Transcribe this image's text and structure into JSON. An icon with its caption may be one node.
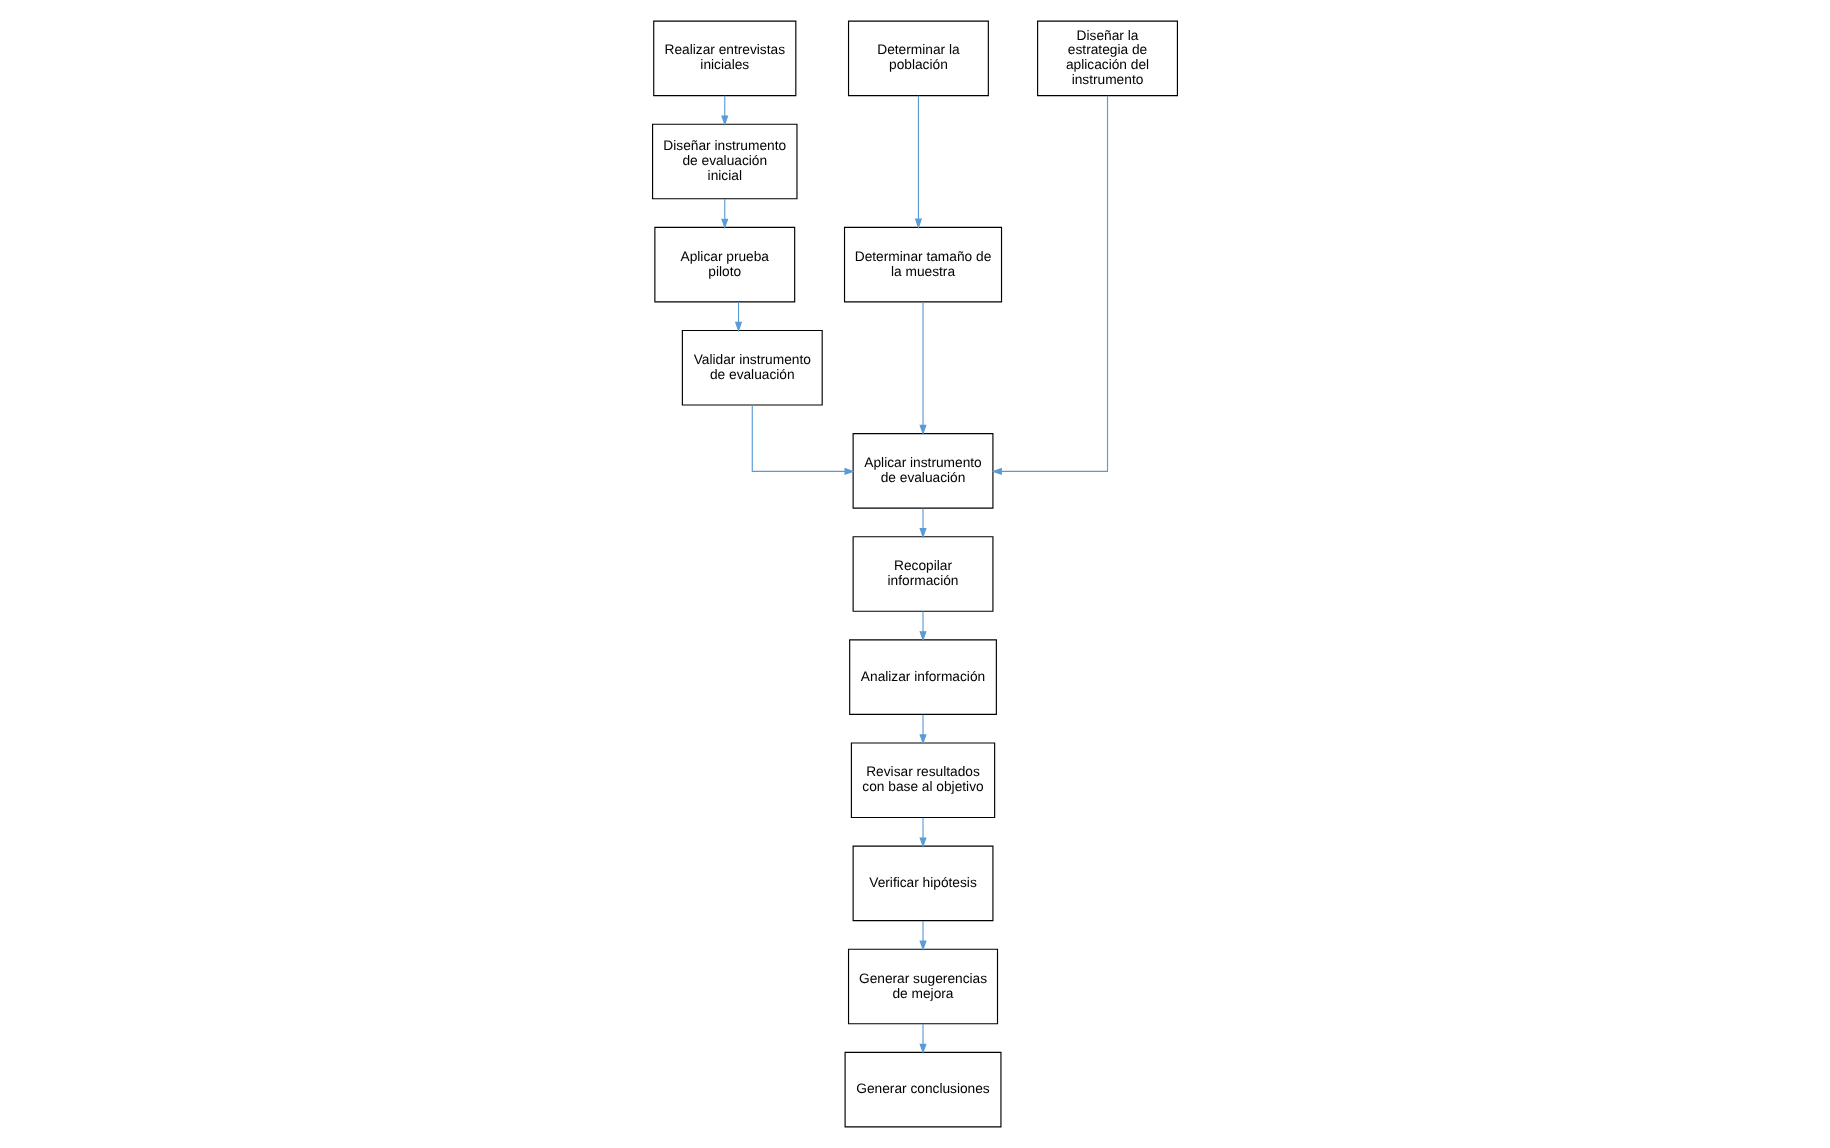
{
  "diagram": {
    "nodes": [
      {
        "text": [
          "Realizar entrevistas iniciales"
        ]
      },
      {
        "text": [
          "Diseñar instrumento de evaluación inicial"
        ]
      },
      {
        "text": [
          "Aplicar prueba piloto"
        ]
      },
      {
        "text": [
          "Validar instrumento de evaluación"
        ]
      },
      {
        "text": [
          "Determinar la población"
        ]
      },
      {
        "text": [
          "Determinar tamaño de la muestra"
        ]
      },
      {
        "text": [
          "Diseñar la estrategia de aplicación del instrumento"
        ]
      },
      {
        "text": [
          "Aplicar instrumento de evaluación"
        ]
      },
      {
        "text": [
          "Recopilar información"
        ]
      },
      {
        "text": [
          "Analizar información"
        ]
      },
      {
        "text": [
          "Revisar resultados con base al objetivo"
        ]
      },
      {
        "text": [
          "Verificar hipótesis"
        ]
      },
      {
        "text": [
          "Generar sugerencias de mejora"
        ]
      },
      {
        "text": [
          "Generar conclusiones"
        ]
      }
    ],
    "edges": [
      {
        "from": 0,
        "to": 1,
        "arrow": "to"
      },
      {
        "from": 1,
        "to": 2,
        "arrow": "to"
      },
      {
        "from": 2,
        "to": 3,
        "arrow": "to"
      },
      {
        "from": 4,
        "to": 5,
        "arrow": "to"
      },
      {
        "from": 3,
        "to": 7,
        "arrow": "to"
      },
      {
        "from": 5,
        "to": 7,
        "arrow": "to"
      },
      {
        "from": 6,
        "to": 7,
        "arrow": "to"
      },
      {
        "from": 7,
        "to": 8,
        "arrow": "to"
      },
      {
        "from": 8,
        "to": 9,
        "arrow": "to"
      },
      {
        "from": 9,
        "to": 10,
        "arrow": "to"
      },
      {
        "from": 10,
        "to": 11,
        "arrow": "to"
      },
      {
        "from": 11,
        "to": 12,
        "arrow": "to"
      },
      {
        "from": 12,
        "to": 13,
        "arrow": "to"
      }
    ]
  }
}
